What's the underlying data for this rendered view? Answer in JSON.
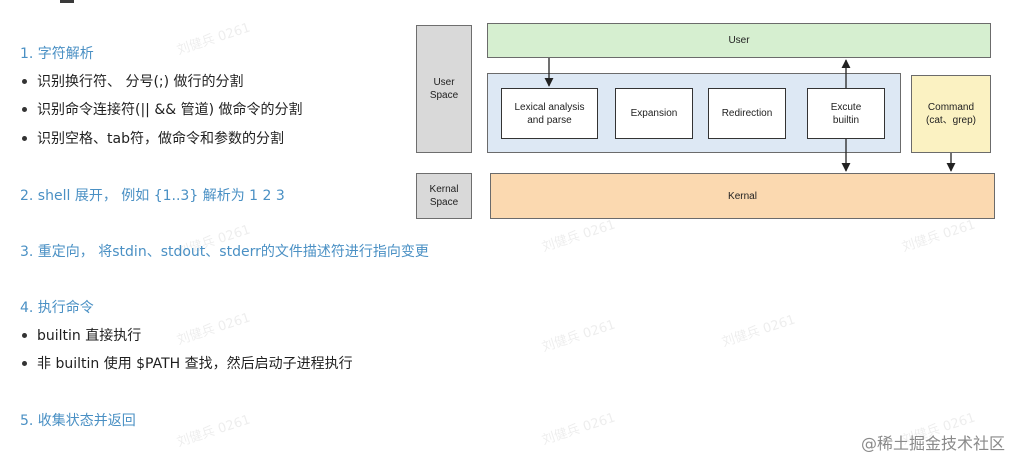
{
  "notes": {
    "item1_heading": "1. 字符解析",
    "item1_bullets": [
      "识别换行符、 分号(;) 做行的分割",
      "识别命令连接符(|| && 管道) 做命令的分割",
      "识别空格、tab符，做命令和参数的分割"
    ],
    "item2_heading": "2. shell 展开， 例如 {1..3} 解析为  1 2 3",
    "item3_heading": "3. 重定向， 将stdin、stdout、stderr的文件描述符进行指向变更",
    "item4_heading": "4. 执行命令",
    "item4_bullets": [
      "builtin 直接执行",
      "非 builtin 使用 $PATH 查找，然后启动子进程执行"
    ],
    "item5_heading": "5. 收集状态并返回"
  },
  "diagram": {
    "user_space_label": [
      "User",
      "Space"
    ],
    "kernel_space_label": [
      "Kernal",
      "Space"
    ],
    "user_label": "User",
    "kernel_label": "Kernal",
    "steps": [
      [
        "Lexical analysis",
        "and parse"
      ],
      [
        "Expansion"
      ],
      [
        "Redirection"
      ],
      [
        "Excute",
        "builtin"
      ]
    ],
    "command_label": [
      "Command",
      "(cat、grep)"
    ]
  },
  "watermark_text": "刘健兵 0261",
  "site_watermark": "@稀土掘金技术社区"
}
